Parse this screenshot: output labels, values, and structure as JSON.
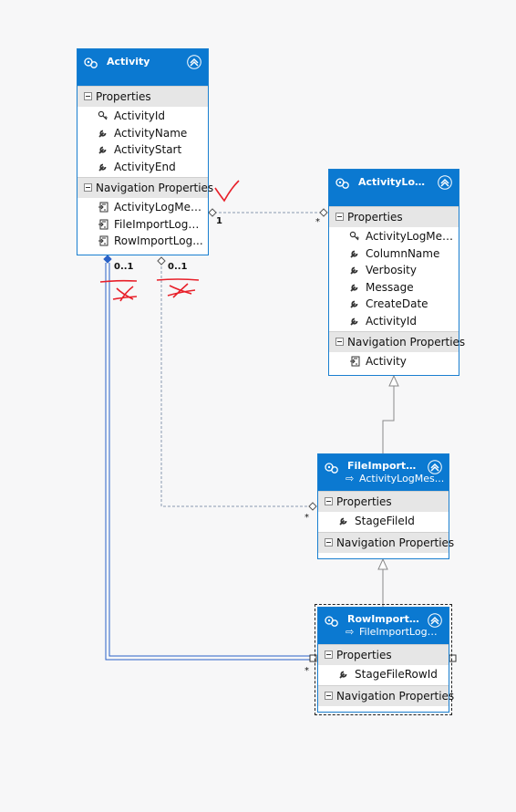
{
  "entities": {
    "activity": {
      "title": "Activity",
      "properties_label": "Properties",
      "properties": [
        "ActivityId",
        "ActivityName",
        "ActivityStart",
        "ActivityEnd"
      ],
      "key_property": "ActivityId",
      "nav_label": "Navigation Properties",
      "nav_properties": [
        "ActivityLogMess...",
        "FileImportLogM...",
        "RowImportLog..."
      ]
    },
    "activity_log_message": {
      "title": "ActivityLogM...",
      "properties_label": "Properties",
      "properties": [
        "ActivityLogMess...",
        "ColumnName",
        "Verbosity",
        "Message",
        "CreateDate",
        "ActivityId"
      ],
      "key_property": "ActivityLogMess...",
      "nav_label": "Navigation Properties",
      "nav_properties": [
        "Activity"
      ]
    },
    "file_import_log": {
      "title": "FileImportLog...",
      "base_type": "ActivityLogMes...",
      "properties_label": "Properties",
      "properties": [
        "StageFileId"
      ],
      "nav_label": "Navigation Properties",
      "nav_properties": []
    },
    "row_import_log": {
      "title": "RowImportLo...",
      "base_type": "FileImportLogM...",
      "properties_label": "Properties",
      "properties": [
        "StageFileRowId"
      ],
      "nav_label": "Navigation Properties",
      "nav_properties": []
    }
  },
  "multiplicities": {
    "activity_to_log_one": "1",
    "activity_to_log_many": "*",
    "activity_to_file_zero_one": "0..1",
    "activity_to_row_zero_one": "0..1",
    "file_import_many": "*",
    "row_import_many": "*"
  },
  "colors": {
    "header": "#0b79d1",
    "border": "#1a7fd0",
    "connector": "#8a9ab0",
    "inheritance": "#8a8a8a",
    "annotation": "#e8202a"
  },
  "icons": {
    "entity": "entity-type-icon",
    "collapse": "double-chevron-up-icon",
    "key": "key-property-icon",
    "property": "wrench-property-icon",
    "navigation": "navigation-property-icon",
    "base_type": "inheritance-arrow-icon"
  }
}
